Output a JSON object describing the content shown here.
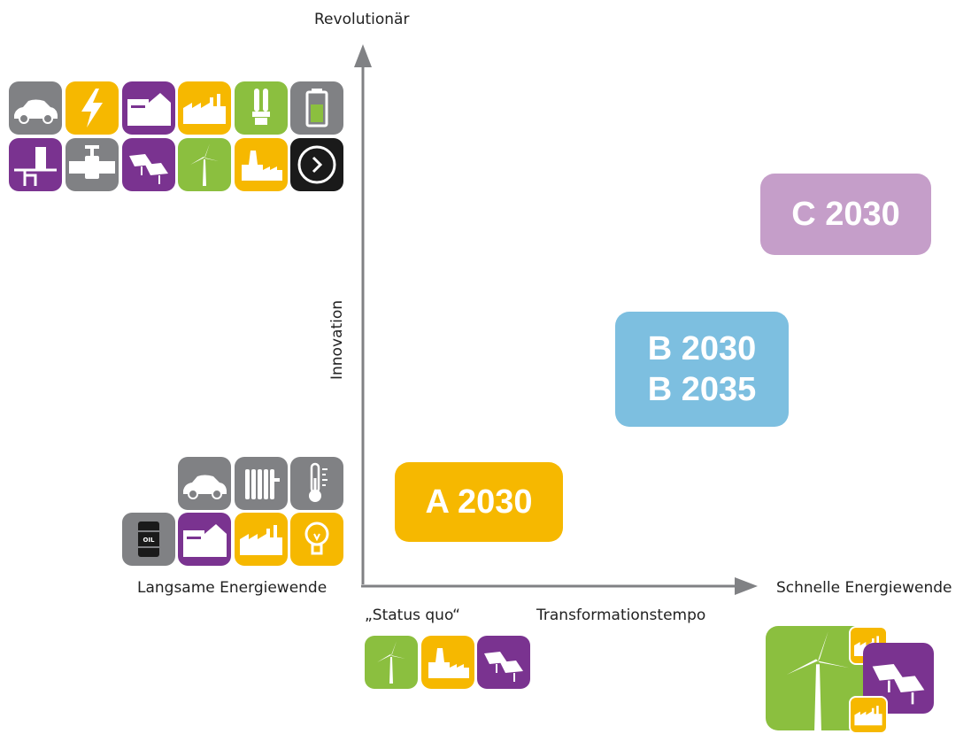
{
  "axes": {
    "y_top": "Revolutionär",
    "y_label": "Innovation",
    "x_left": "Langsame Energiewende",
    "x_right": "Schnelle Energiewende",
    "x_label": "Transformationstempo",
    "origin_label": "„Status quo“"
  },
  "scenarios": [
    {
      "lines": [
        "A 2030"
      ],
      "color": "#f6b800"
    },
    {
      "lines": [
        "B 2030",
        "B 2035"
      ],
      "color": "#7dbfe0"
    },
    {
      "lines": [
        "C 2030"
      ],
      "color": "#c59ec9"
    }
  ],
  "icon_groups": {
    "top_left": [
      "car-icon",
      "lightning-icon",
      "buildings-icon",
      "factory-icon",
      "energy-saving-bulb-icon",
      "battery-icon",
      "power-grid-icon",
      "pipeline-valve-icon",
      "solar-panel-icon",
      "wind-turbine-icon",
      "power-plant-icon",
      "clock-icon"
    ],
    "bottom_left": [
      "car-icon",
      "radiator-icon",
      "thermometer-icon",
      "oil-barrel-icon",
      "buildings-icon",
      "factory-icon",
      "light-bulb-icon"
    ],
    "status_quo": [
      "wind-turbine-icon",
      "power-plant-icon",
      "solar-panel-icon"
    ],
    "bottom_right": [
      "wind-turbine-icon",
      "factory-icon",
      "solar-panel-icon",
      "factory-icon"
    ]
  },
  "oil_barrel_text": "OIL",
  "colors": {
    "gray": "#808184",
    "yellow": "#f6b800",
    "purple": "#7a3390",
    "green": "#8bbf3f",
    "black": "#1a1a1a",
    "axis": "#808184"
  }
}
